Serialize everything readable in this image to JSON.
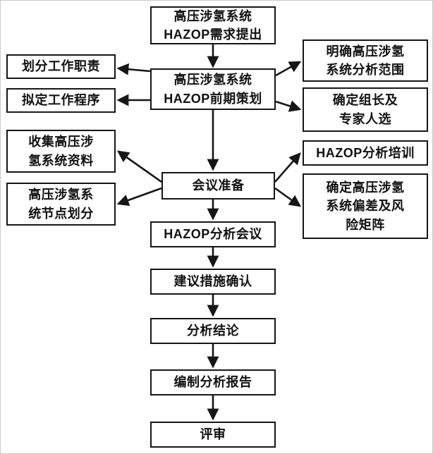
{
  "flowchart": {
    "ink_color": "#161616",
    "background": "#ffffff",
    "center": [
      {
        "id": "requirement",
        "label": "高压涉氢系统\nHAZOP需求提出"
      },
      {
        "id": "planning",
        "label": "高压涉氢系统\nHAZOP前期策划"
      },
      {
        "id": "meeting-prep",
        "label": "会议准备"
      },
      {
        "id": "hazop-meeting",
        "label": "HAZOP分析会议"
      },
      {
        "id": "measures",
        "label": "建议措施确认"
      },
      {
        "id": "conclusion",
        "label": "分析结论"
      },
      {
        "id": "report",
        "label": "编制分析报告"
      },
      {
        "id": "review",
        "label": "评审"
      }
    ],
    "left": [
      {
        "id": "duties",
        "label": "划分工作职责"
      },
      {
        "id": "procedure",
        "label": "拟定工作程序"
      },
      {
        "id": "collect",
        "label": "收集高压涉\n氢系统资料"
      },
      {
        "id": "nodes",
        "label": "高压涉氢系\n统节点划分"
      }
    ],
    "right": [
      {
        "id": "scope",
        "label": "明确高压涉氢\n系统分析范围"
      },
      {
        "id": "leader",
        "label": "确定组长及\n专家人选"
      },
      {
        "id": "training",
        "label": "HAZOP分析培训"
      },
      {
        "id": "matrix",
        "label": "确定高压涉氢\n系统偏差及风\n险矩阵"
      }
    ]
  }
}
